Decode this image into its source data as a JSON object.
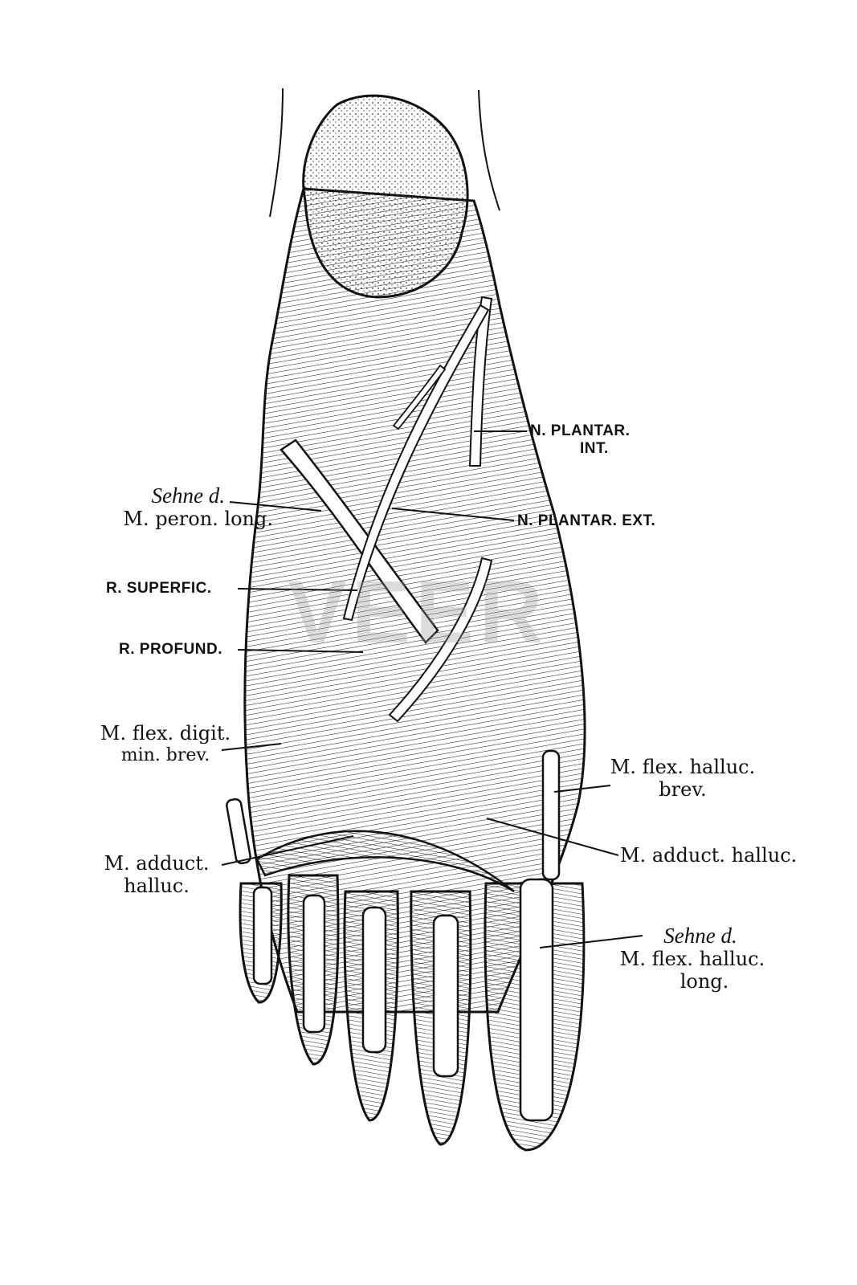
{
  "labels": {
    "n_plantar_int": {
      "line1": "N. PLANTAR.",
      "line2": "INT."
    },
    "n_plantar_ext": "N. PLANTAR. EXT.",
    "sehne_peron": {
      "line1": "Sehne d.",
      "line2": "M. peron. long."
    },
    "r_superfic": "R. SUPERFIC.",
    "r_profund": "R. PROFUND.",
    "flex_digit_min": {
      "line1": "M. flex. digit.",
      "line2": "min. brev."
    },
    "flex_halluc_brev": {
      "line1": "M. flex. halluc.",
      "line2": "brev."
    },
    "adduct_halluc_right": "M. adduct. halluc.",
    "adduct_halluc_left": {
      "line1": "M. adduct.",
      "line2": "halluc."
    },
    "sehne_flex_halluc": {
      "line1": "Sehne d.",
      "line2": "M. flex. halluc.",
      "line3": "long."
    }
  },
  "watermark": "VEER",
  "colors": {
    "ink": "#111111",
    "paper": "#ffffff",
    "watermark": "#9a9a9a"
  }
}
